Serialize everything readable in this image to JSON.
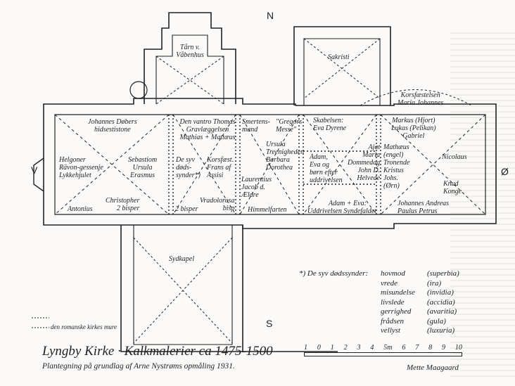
{
  "compass": {
    "north": "N",
    "south": "S",
    "west": "V",
    "east": "Ø"
  },
  "rooms": {
    "tower": "Tårn v. Våbenhus",
    "sacristy": "Sakristi",
    "chapel": "Sydkapel",
    "crucifixion": [
      "Korsfæstelsen",
      "Maria Johannes"
    ]
  },
  "paintings": {
    "bay1_top": [
      "Johannes Døbers",
      "hidsestistone"
    ],
    "bay1_left": [
      "Helgoner",
      "Rävon-gessenje",
      "Lykkehjulet"
    ],
    "bay1_right": [
      "Sebastiom",
      "Ursula",
      "Erasmus"
    ],
    "bay1_bottom_left": "Antonius",
    "bay1_bottom_right": [
      "Christopher",
      "2 bisper"
    ],
    "bay2_top": [
      "Den vantro Thomas",
      "Gravlæggelsen",
      "Mathias + Mattæus"
    ],
    "bay2_left": [
      "De syv",
      "døds-",
      "synder*)"
    ],
    "bay2_right": [
      "Korsfæst.",
      "Frans af",
      "Assisi"
    ],
    "bay2_bottom_left": "2 bisper",
    "bay2_bottom_right": [
      "Vradolorosa",
      "bisp"
    ],
    "bay3_top": [
      "Smertens-",
      "mand"
    ],
    "bay3_top2": [
      "\"Gregors",
      "Messe\""
    ],
    "bay3_left": [
      "Laurentius",
      "Jacob d.",
      "Ældre"
    ],
    "bay3_right": [
      "Ursula",
      "Treenigheden",
      "Barbara",
      "Dorothea"
    ],
    "bay3_bottom": "Himmelfarten",
    "bay4_top": [
      "Skabelsen:",
      "Eva   Dyrene"
    ],
    "bay4_left": [
      "Adam,",
      "Eva og",
      "børn efter",
      "uddrivelsen"
    ],
    "bay4_right": [
      "Ajat",
      "Maria",
      "Dommedag",
      "John D.",
      "Helvede"
    ],
    "bay4_bottom": [
      "Adam + Eva:",
      "Uddrivelsen  Syndefaldet"
    ],
    "bay5_top": [
      "Markus (Hjort)",
      "Lukas (Pelikan)",
      "Gabriel"
    ],
    "bay5_left": [
      "Mathæus",
      "(engel)",
      "Tronende",
      "Kristus",
      "Johs.",
      "(Ørn)"
    ],
    "bay5_right": [
      "Nicolaus",
      "Knud",
      "Konge"
    ],
    "bay5_bottom": [
      "Johannes   Andreas",
      "Paulus   Petrus"
    ]
  },
  "wall_legend": "den romanske kirkes mure",
  "sins": {
    "heading": "*) De syv dødssynder:",
    "items": [
      {
        "da": "hovmod",
        "la": "(superbia)"
      },
      {
        "da": "vrede",
        "la": "(ira)"
      },
      {
        "da": "misundelse",
        "la": "(invidia)"
      },
      {
        "da": "livslede",
        "la": "(accidia)"
      },
      {
        "da": "gerrighed",
        "la": "(avaritia)"
      },
      {
        "da": "frådsen",
        "la": "(gula)"
      },
      {
        "da": "vellyst",
        "la": "(luxuria)"
      }
    ]
  },
  "scale": {
    "ticks": [
      "1",
      "0",
      "1",
      "2",
      "3",
      "4",
      "5m",
      "6",
      "7",
      "8",
      "9",
      "10"
    ]
  },
  "title": "Lyngby Kirke · Kalkmalerier ca 1475-1500",
  "subtitle": "Plantegning på grundlag af Arne Nystrøms opmåling 1931.",
  "signature": "Mette Maagaard"
}
